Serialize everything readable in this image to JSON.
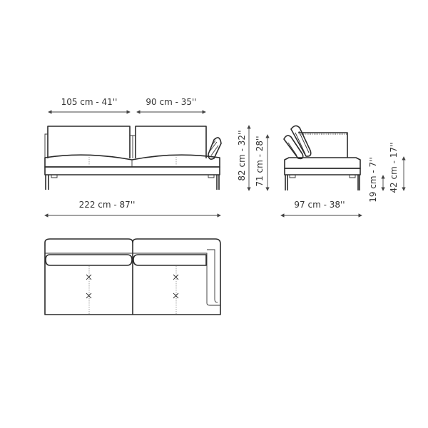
{
  "front_view": {
    "seat_left_width": "105 cm -  41''",
    "seat_right_width": "90 cm -  35''",
    "total_width": "222 cm -  87''"
  },
  "side_view": {
    "depth": "97 cm -  38''",
    "total_height": "82 cm -  32''",
    "back_height": "71 cm -  28''",
    "leg_height": "19 cm -  7''",
    "seat_height": "42 cm -  17''"
  },
  "colors": {
    "line": "#2b2b2b",
    "background": "#ffffff"
  }
}
